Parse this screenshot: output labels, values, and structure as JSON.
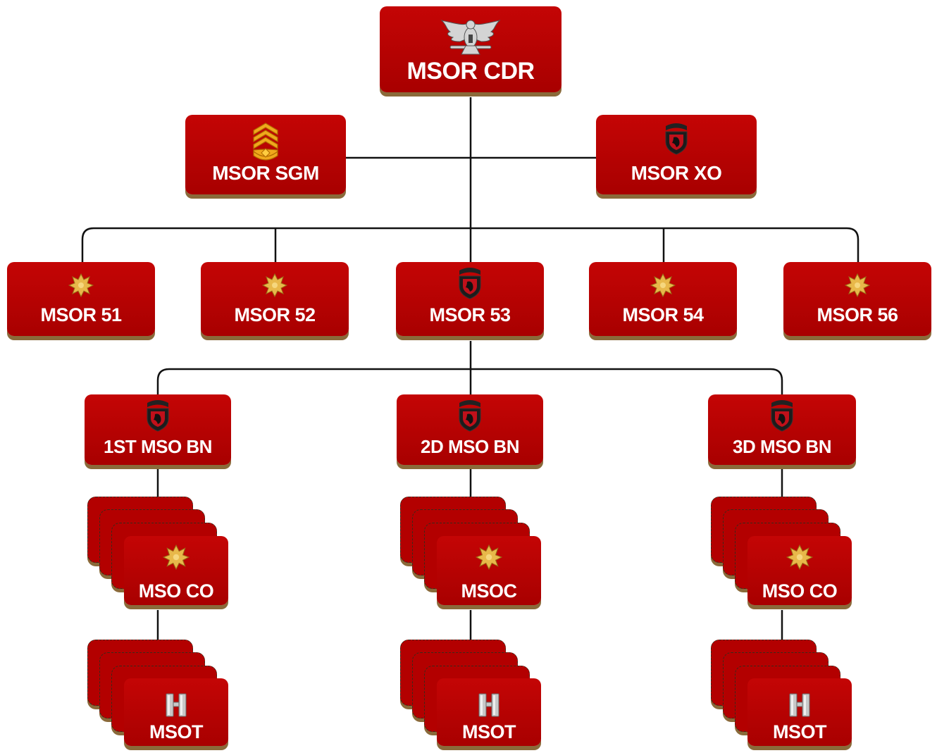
{
  "nodes": {
    "cdr": {
      "label": "MSOR CDR",
      "icon": "colonel-eagle-icon"
    },
    "sgm": {
      "label": "MSOR SGM",
      "icon": "sergeant-major-chevrons-icon"
    },
    "xo": {
      "label": "MSOR XO",
      "icon": "airborne-wolf-patch-icon"
    },
    "r51": {
      "label": "MSOR 51",
      "icon": "oak-leaf-icon"
    },
    "r52": {
      "label": "MSOR 52",
      "icon": "oak-leaf-icon"
    },
    "r53": {
      "label": "MSOR 53",
      "icon": "airborne-wolf-patch-icon"
    },
    "r54": {
      "label": "MSOR 54",
      "icon": "oak-leaf-icon"
    },
    "r56": {
      "label": "MSOR 56",
      "icon": "oak-leaf-icon"
    },
    "bn1": {
      "label": "1ST MSO BN",
      "icon": "airborne-wolf-patch-icon"
    },
    "bn2": {
      "label": "2D MSO BN",
      "icon": "airborne-wolf-patch-icon"
    },
    "bn3": {
      "label": "3D MSO BN",
      "icon": "airborne-wolf-patch-icon"
    },
    "co1": {
      "label": "MSO CO",
      "icon": "oak-leaf-icon"
    },
    "co2": {
      "label": "MSOC",
      "icon": "oak-leaf-icon"
    },
    "co3": {
      "label": "MSO CO",
      "icon": "oak-leaf-icon"
    },
    "t1": {
      "label": "MSOT",
      "icon": "captain-bars-icon"
    },
    "t2": {
      "label": "MSOT",
      "icon": "captain-bars-icon"
    },
    "t3": {
      "label": "MSOT",
      "icon": "captain-bars-icon"
    }
  },
  "colors": {
    "box_fill": "#b30000",
    "box_shadow": "#8a6a3a",
    "label": "#ffffff",
    "connector": "#111111",
    "gold": "#e8b84a",
    "silver": "#b8b8b8"
  }
}
